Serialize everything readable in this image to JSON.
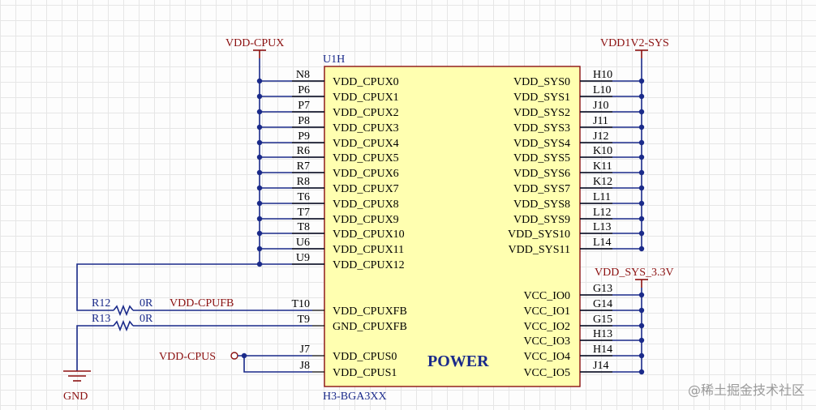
{
  "component": {
    "designator": "U1H",
    "part": "H3-BGA3XX",
    "section_label": "POWER"
  },
  "left_pins": [
    {
      "num": "N8",
      "name": "VDD_CPUX0"
    },
    {
      "num": "P6",
      "name": "VDD_CPUX1"
    },
    {
      "num": "P7",
      "name": "VDD_CPUX2"
    },
    {
      "num": "P8",
      "name": "VDD_CPUX3"
    },
    {
      "num": "P9",
      "name": "VDD_CPUX4"
    },
    {
      "num": "R6",
      "name": "VDD_CPUX5"
    },
    {
      "num": "R7",
      "name": "VDD_CPUX6"
    },
    {
      "num": "R8",
      "name": "VDD_CPUX7"
    },
    {
      "num": "T6",
      "name": "VDD_CPUX8"
    },
    {
      "num": "T7",
      "name": "VDD_CPUX9"
    },
    {
      "num": "T8",
      "name": "VDD_CPUX10"
    },
    {
      "num": "U6",
      "name": "VDD_CPUX11"
    },
    {
      "num": "U9",
      "name": "VDD_CPUX12"
    },
    {
      "num": "T10",
      "name": "VDD_CPUXFB"
    },
    {
      "num": "T9",
      "name": "GND_CPUXFB"
    },
    {
      "num": "J7",
      "name": "VDD_CPUS0"
    },
    {
      "num": "J8",
      "name": "VDD_CPUS1"
    }
  ],
  "right_pins": [
    {
      "num": "H10",
      "name": "VDD_SYS0"
    },
    {
      "num": "L10",
      "name": "VDD_SYS1"
    },
    {
      "num": "J10",
      "name": "VDD_SYS2"
    },
    {
      "num": "J11",
      "name": "VDD_SYS3"
    },
    {
      "num": "J12",
      "name": "VDD_SYS4"
    },
    {
      "num": "K10",
      "name": "VDD_SYS5"
    },
    {
      "num": "K11",
      "name": "VDD_SYS6"
    },
    {
      "num": "K12",
      "name": "VDD_SYS7"
    },
    {
      "num": "L11",
      "name": "VDD_SYS8"
    },
    {
      "num": "L12",
      "name": "VDD_SYS9"
    },
    {
      "num": "L13",
      "name": "VDD_SYS10"
    },
    {
      "num": "L14",
      "name": "VDD_SYS11"
    },
    {
      "num": "G13",
      "name": "VCC_IO0"
    },
    {
      "num": "G14",
      "name": "VCC_IO1"
    },
    {
      "num": "G15",
      "name": "VCC_IO2"
    },
    {
      "num": "H13",
      "name": "VCC_IO3"
    },
    {
      "num": "H14",
      "name": "VCC_IO4"
    },
    {
      "num": "J14",
      "name": "VCC_IO5"
    }
  ],
  "power_ports": {
    "cpux": "VDD-CPUX",
    "sys": "VDD1V2-SYS",
    "sys_io": "VDD_SYS_3.3V",
    "cpus": "VDD-CPUS",
    "gnd": "GND"
  },
  "nets": {
    "cpufb": "VDD-CPUFB"
  },
  "resistors": [
    {
      "ref": "R12",
      "value": "0R"
    },
    {
      "ref": "R13",
      "value": "0R"
    }
  ],
  "watermark": "@稀土掘金技术社区",
  "colors": {
    "wire": "#1a2a8a",
    "power": "#8b1010",
    "component_fill": "#ffffb0"
  }
}
